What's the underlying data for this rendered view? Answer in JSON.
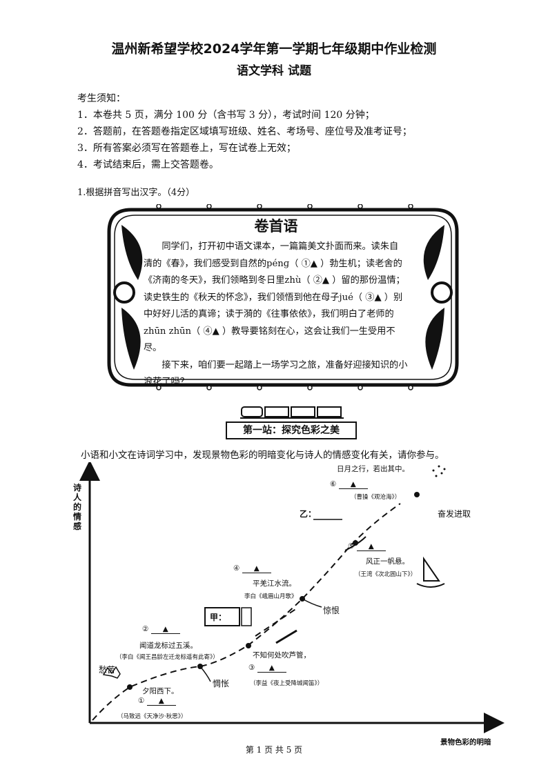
{
  "header": {
    "title": "温州新希望学校2024学年第一学期七年级期中作业检测",
    "subtitle": "语文学科 试题"
  },
  "notice": {
    "heading": "考生须知：",
    "items": [
      "1．本卷共 5 页，满分 100 分（含书写 3 分），考试时间 120 分钟；",
      "2．答题前，在答题卷指定区域填写班级、姓名、考场号、座位号及准考证号；",
      "3．所有答案必须写在答题卷上，写在试卷上无效；",
      "4．考试结束后，需上交答题卷。"
    ]
  },
  "question1": "1.根据拼音写出汉字。（4分）",
  "preface": {
    "title": "卷首语",
    "lines": [
      "　　同学们，打开初中语文课本，一篇篇美文扑面而来。读朱自",
      "清的《春》，我们感受到自然的pénɡ（ ①▲ ）勃生机；读老舍的",
      "《济南的冬天》，我们领略到冬日里zhù（ ②▲ ）留的那份温情；",
      "读史铁生的《秋天的怀念》，我们领悟到他在母子jué（ ③▲ ）别",
      "中好好儿活的真谛；读于漪的《往事依依》，我们明白了老师的",
      "zhūn zhūn（ ④▲ ）教导要铭刻在心，这会让我们一生受用不",
      "尽。",
      "　　接下来，咱们要一起踏上一场学习之旅，准备好迎接知识的小",
      "浪花了吗？"
    ]
  },
  "station": "第一站：探究色彩之美",
  "intro": "小语和小文在诗词学习中，发现景物色彩的明暗变化与诗人的情感变化有关，请你参与。",
  "diagram": {
    "y_axis": "诗人的情感",
    "x_axis": "景物色彩的明暗",
    "emotions": {
      "e1": "愁苦",
      "e2": "惆怅",
      "e3": "惊恨",
      "e4": "奋发进取"
    },
    "labels": {
      "jia": "甲：",
      "yi": "乙："
    },
    "markers": [
      "①",
      "②",
      "③",
      "④",
      "⑤",
      "⑥"
    ],
    "triangle": "▲",
    "lines": {
      "l1": "夕阳西下。",
      "s1": "（马致远《天净沙·秋思》）",
      "l2": "闻道龙标过五溪。",
      "s2": "（李白《闻王昌龄左迁龙标遥有此寄》）",
      "l3": "不知何处吹芦管，",
      "s3": "（李益《夜上受降城闻笛》）",
      "l4": "平羌江水流。",
      "s4": "李白《峨眉山月歌》",
      "l5": "风正一帆悬。",
      "s5": "（王湾《次北固山下》）",
      "l6": "日月之行，若出其中。",
      "s6": "（曹操《观沧海》）"
    }
  },
  "footer": "第 1 页 共 5 页"
}
